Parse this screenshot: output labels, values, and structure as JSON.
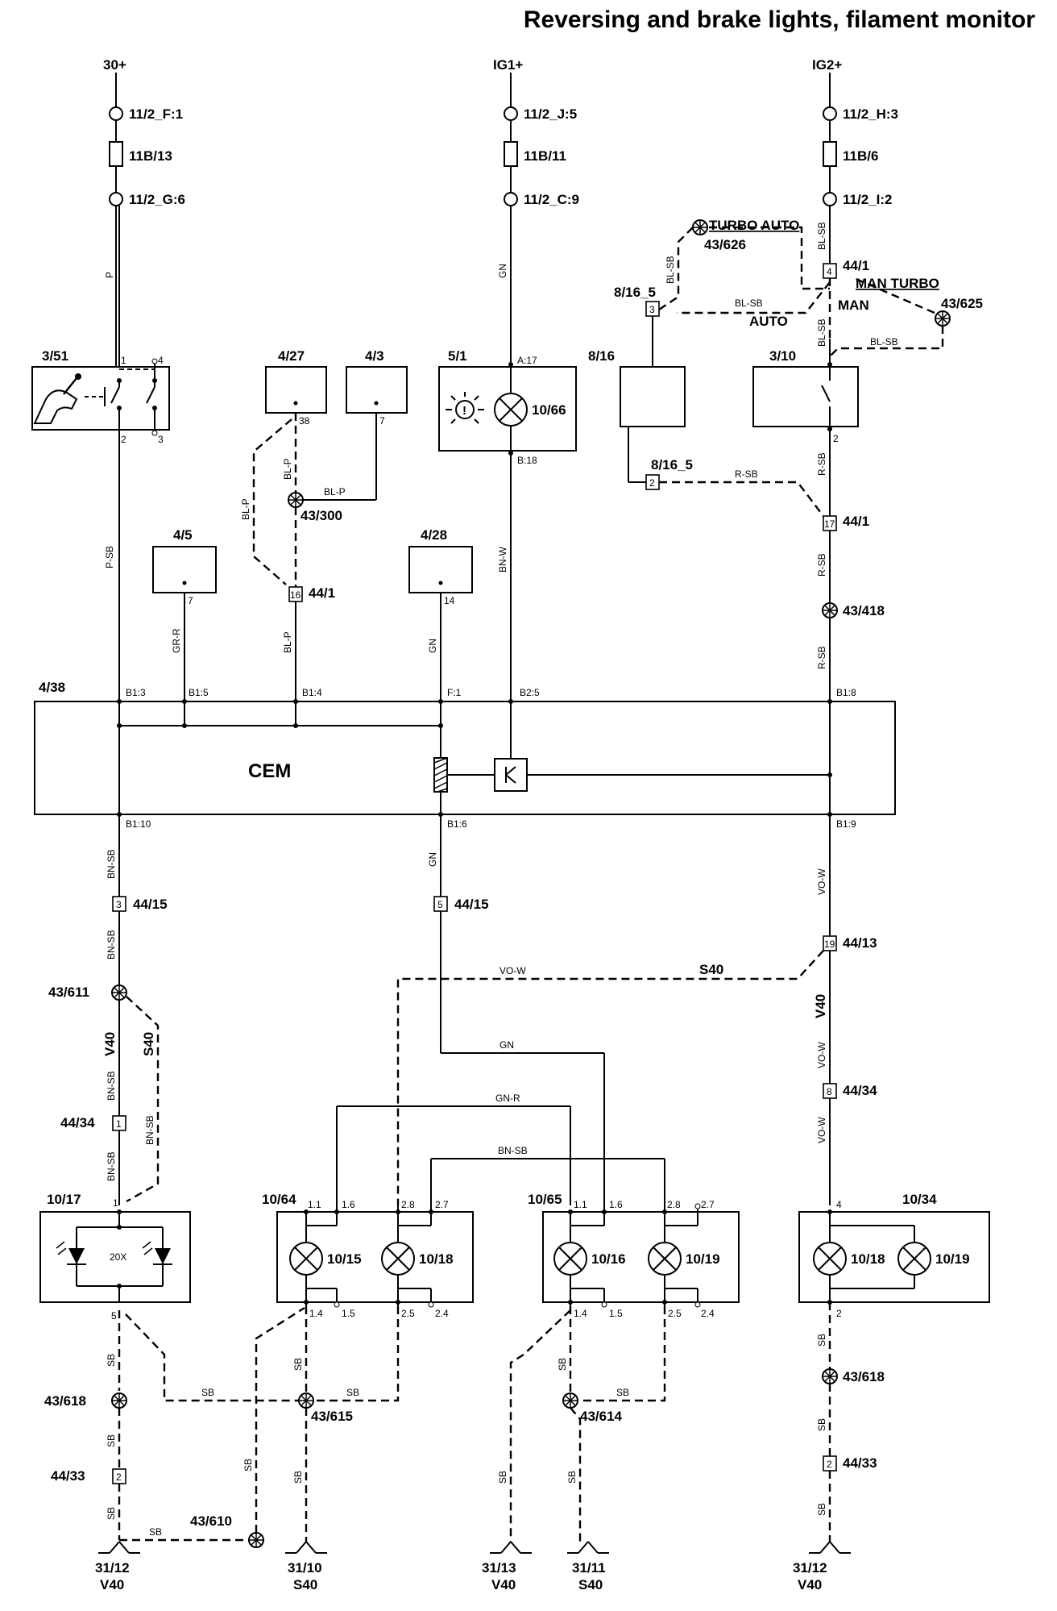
{
  "title": "Reversing and brake lights, filament monitor",
  "supplies": [
    "30+",
    "IG1+",
    "IG2+"
  ],
  "connectors": {
    "c1": "11/2_F:1",
    "fuse1": "11B/13",
    "c2": "11/2_G:6",
    "c3": "11/2_J:5",
    "fuse2": "11B/11",
    "c4": "11/2_C:9",
    "c5": "11/2_H:3",
    "fuse3": "11B/6",
    "c6": "11/2_I:2"
  },
  "components": {
    "sw351": "3/51",
    "m427": "4/27",
    "m43": "4/3",
    "m51": "5/1",
    "lamp1066": "10/66",
    "m816": "8/16",
    "sw310": "3/10",
    "m45": "4/5",
    "m428": "4/28",
    "cem_id": "4/38",
    "cem": "CEM",
    "m1017": "10/17",
    "m1017_inner": "20X",
    "m1064": "10/64",
    "m1065": "10/65",
    "m1034": "10/34",
    "l1015": "10/15",
    "l1018a": "10/18",
    "l1016": "10/16",
    "l1019a": "10/19",
    "l1018b": "10/18",
    "l1019b": "10/19"
  },
  "splices": {
    "s43626": "43/626",
    "s43625": "43/625",
    "s43300": "43/300",
    "s43418": "43/418",
    "s43611": "43/611",
    "s43618a": "43/618",
    "s43615": "43/615",
    "s43614": "43/614",
    "s43610": "43/610",
    "s43618b": "43/618"
  },
  "variants": {
    "turbo_auto": "TURBO AUTO",
    "man_turbo": "MAN TURBO",
    "man": "MAN",
    "auto": "AUTO",
    "s40": "S40",
    "v40": "V40"
  },
  "connector_boxes": {
    "b441top": "44/1",
    "b816a": "8/16_5",
    "b816b": "8/16_5",
    "b441b": "44/1",
    "b441c": "44/1",
    "b4415a": "44/15",
    "b4415b": "44/15",
    "b4413": "44/13",
    "b4434a": "44/34",
    "b4434b": "44/34",
    "b4433a": "44/33",
    "b4433b": "44/33"
  },
  "box_numbers": [
    "4",
    "3",
    "2",
    "17",
    "16",
    "3",
    "5",
    "19",
    "1",
    "8",
    "2",
    "2"
  ],
  "wire_colors": {
    "p": "P",
    "gn1": "GN",
    "blsb1": "BL-SB",
    "blsb2": "BL-SB",
    "blsb3": "BL-SB",
    "blsb4": "BL-SB",
    "blsb5": "BL-SB",
    "psb": "P-SB",
    "blp1": "BL-P",
    "blp2": "BL-P",
    "blp3": "BL-P",
    "blp4": "BL-P",
    "bnw": "BN-W",
    "rsb1": "R-SB",
    "rsb2": "R-SB",
    "rsb3": "R-SB",
    "rsb4": "R-SB",
    "grr": "GR-R",
    "gn2": "GN",
    "bnsb1": "BN-SB",
    "gn3": "GN",
    "vow1": "VO-W",
    "bnsb2": "BN-SB",
    "bnsb3": "BN-SB",
    "bnsb4": "BN-SB",
    "vow2": "VO-W",
    "gn4": "GN",
    "grr2": "GN-R",
    "bnsb5": "BN-SB",
    "vow3": "VO-W",
    "vow4": "VO-W",
    "bnsb6": "BN-SB",
    "sb1": "SB",
    "sb2": "SB",
    "sb3": "SB",
    "sb4": "SB",
    "sb5": "SB",
    "sb6": "SB",
    "sb7": "SB",
    "sb8": "SB",
    "sb9": "SB",
    "sb10": "SB",
    "sb11": "SB",
    "sb12": "SB",
    "sb13": "SB",
    "sb14": "SB",
    "sb15": "SB",
    "sb16": "SB"
  },
  "pins": {
    "p1": "1",
    "p4": "4",
    "p2": "2",
    "p3": "3",
    "p38": "38",
    "p7": "7",
    "pa17": "A:17",
    "pb18": "B:18",
    "p2b": "2",
    "p7b": "7",
    "p14": "14",
    "pb13": "B1:3",
    "pb15": "B1:5",
    "pb14": "B1:4",
    "pf1": "F:1",
    "pb25": "B2:5",
    "pb18c": "B1:8",
    "pb110": "B1:10",
    "pb16": "B1:6",
    "pb19": "B1:9",
    "q1": "1",
    "q5": "5",
    "r11": "1.1",
    "r16": "1.6",
    "r28": "2.8",
    "r27": "2.7",
    "r14": "1.4",
    "r15": "1.5",
    "r25": "2.5",
    "r24": "2.4",
    "t11": "1.1",
    "t16": "1.6",
    "t28": "2.8",
    "t27": "2.7",
    "t14": "1.4",
    "t15": "1.5",
    "t25": "2.5",
    "t24": "2.4",
    "u4": "4",
    "u2": "2"
  },
  "grounds": [
    {
      "id": "31/12",
      "variant": "V40"
    },
    {
      "id": "31/10",
      "variant": "S40"
    },
    {
      "id": "31/13",
      "variant": "V40"
    },
    {
      "id": "31/11",
      "variant": "S40"
    },
    {
      "id": "31/12",
      "variant": "V40"
    }
  ]
}
